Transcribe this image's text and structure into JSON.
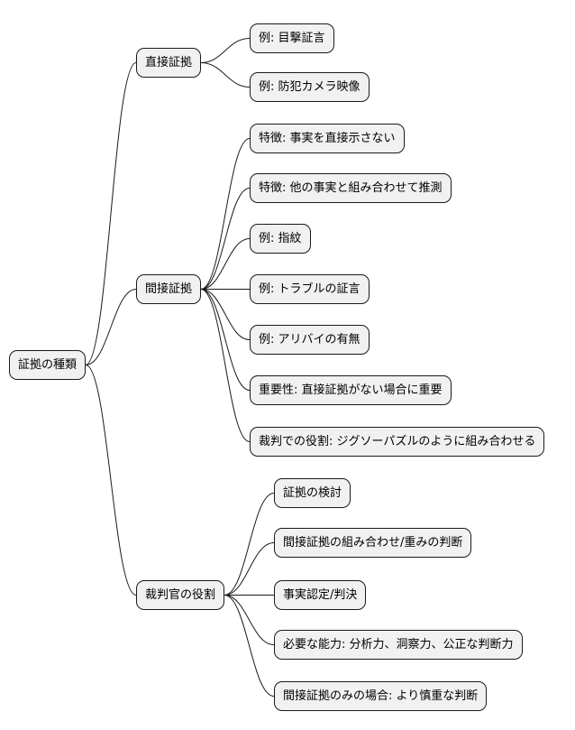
{
  "root": {
    "label": "証拠の種類"
  },
  "branches": [
    {
      "label": "直接証拠",
      "children": [
        {
          "label": "例: 目撃証言"
        },
        {
          "label": "例: 防犯カメラ映像"
        }
      ]
    },
    {
      "label": "間接証拠",
      "children": [
        {
          "label": "特徴: 事実を直接示さない"
        },
        {
          "label": "特徴: 他の事実と組み合わせて推測"
        },
        {
          "label": "例: 指紋"
        },
        {
          "label": "例: トラブルの証言"
        },
        {
          "label": "例: アリバイの有無"
        },
        {
          "label": "重要性: 直接証拠がない場合に重要"
        },
        {
          "label": "裁判での役割: ジグソーパズルのように組み合わせる"
        }
      ]
    },
    {
      "label": "裁判官の役割",
      "children": [
        {
          "label": "証拠の検討"
        },
        {
          "label": "間接証拠の組み合わせ/重みの判断"
        },
        {
          "label": "事実認定/判決"
        },
        {
          "label": "必要な能力: 分析力、洞察力、公正な判断力"
        },
        {
          "label": "間接証拠のみの場合: より慎重な判断"
        }
      ]
    }
  ],
  "colors": {
    "node_fill": "#f1f1f1",
    "node_border": "#1a1a1a",
    "edge": "#1a1a1a"
  }
}
